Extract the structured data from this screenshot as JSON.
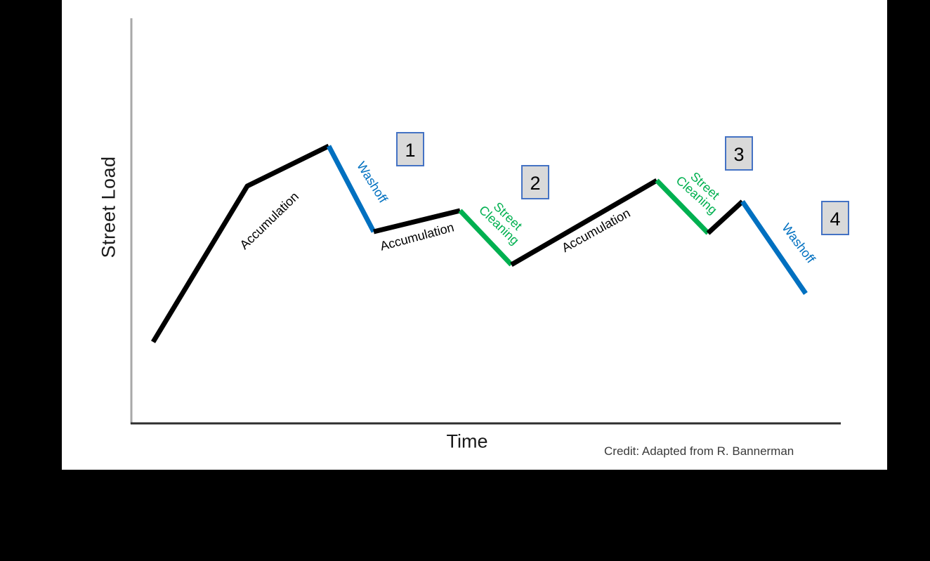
{
  "chart_data": {
    "type": "line",
    "title": "",
    "xlabel": "Time",
    "ylabel": "Street Load",
    "credit": "Credit: Adapted from R. Bannerman",
    "x_ticks": [],
    "y_ticks": [],
    "grid": false,
    "legend": "none (segments labeled inline)",
    "description": "Conceptual sawtooth curve of street pollutant load over time: load rises during Accumulation, drops sharply during Washoff (rain, blue) or Street Cleaning (green). Numbered boxes 1-4 mark each drop event.",
    "colors": {
      "accumulation": "#000000",
      "washoff": "#0070C0",
      "street_cleaning": "#00B050",
      "marker_fill": "#d9d9d9",
      "marker_border": "#4472C4",
      "y_axis": "#a8a8a8",
      "x_axis": "#2e2e2e"
    },
    "segments": [
      {
        "phase": "accumulation",
        "color": "#000000",
        "points": [
          [
            218,
            487
          ],
          [
            352,
            265
          ],
          [
            468,
            208
          ]
        ],
        "label": {
          "lines": [
            "Accumulation"
          ],
          "x": 384,
          "y": 315,
          "angle": -44
        }
      },
      {
        "phase": "washoff",
        "color": "#0070C0",
        "points": [
          [
            468,
            208
          ],
          [
            532,
            330
          ]
        ],
        "label": {
          "lines": [
            "Washoff"
          ],
          "x": 529,
          "y": 260,
          "angle": 58
        }
      },
      {
        "phase": "accumulation",
        "color": "#000000",
        "points": [
          [
            532,
            330
          ],
          [
            655,
            300
          ]
        ],
        "label": {
          "lines": [
            "Accumulation"
          ],
          "x": 594,
          "y": 338,
          "angle": -15
        }
      },
      {
        "phase": "street_cleaning",
        "color": "#00B050",
        "points": [
          [
            655,
            300
          ],
          [
            728,
            377
          ]
        ],
        "label": {
          "lines": [
            "Street",
            "Cleaning"
          ],
          "x": 716,
          "y": 315,
          "angle": 44
        }
      },
      {
        "phase": "accumulation",
        "color": "#000000",
        "points": [
          [
            728,
            377
          ],
          [
            935,
            257
          ]
        ],
        "label": {
          "lines": [
            "Accumulation"
          ],
          "x": 849,
          "y": 329,
          "angle": -29
        }
      },
      {
        "phase": "street_cleaning",
        "color": "#00B050",
        "points": [
          [
            935,
            257
          ],
          [
            1008,
            332
          ]
        ],
        "label": {
          "lines": [
            "Street",
            "Cleaning"
          ],
          "x": 997,
          "y": 272,
          "angle": 42
        }
      },
      {
        "phase": "accumulation",
        "color": "#000000",
        "points": [
          [
            1008,
            332
          ],
          [
            1057,
            287
          ]
        ],
        "label": null
      },
      {
        "phase": "washoff",
        "color": "#0070C0",
        "points": [
          [
            1057,
            287
          ],
          [
            1147,
            418
          ]
        ],
        "label": {
          "lines": [
            "Washoff"
          ],
          "x": 1136,
          "y": 347,
          "angle": 53
        }
      }
    ],
    "markers": [
      {
        "label": "1",
        "x": 584,
        "y": 213
      },
      {
        "label": "2",
        "x": 762,
        "y": 260
      },
      {
        "label": "3",
        "x": 1052,
        "y": 219
      },
      {
        "label": "4",
        "x": 1189,
        "y": 311
      }
    ]
  }
}
